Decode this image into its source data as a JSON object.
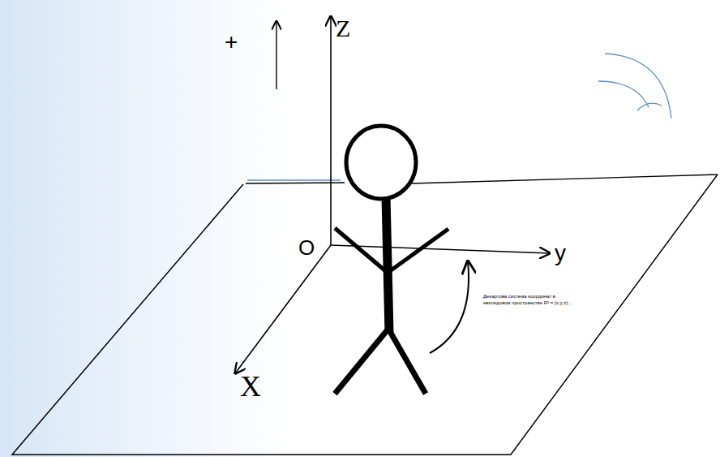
{
  "diagram": {
    "labels": [
      "Z",
      "+",
      "O",
      "y",
      "X",
      "Декартова система координат в евклидовом пространстве R³ = {x;y;z} ;"
    ]
  }
}
